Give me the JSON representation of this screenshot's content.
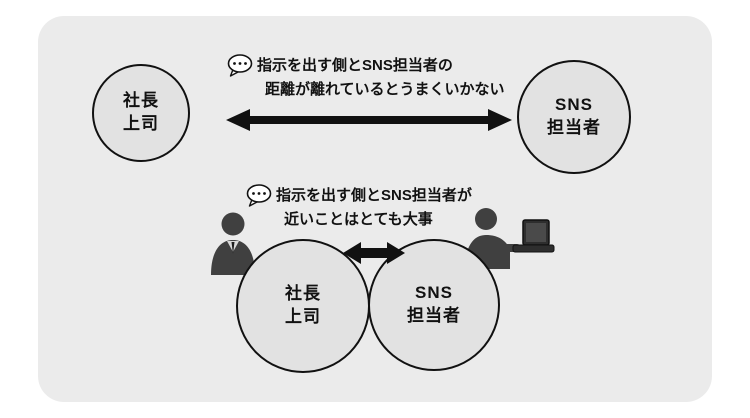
{
  "diagram": {
    "top": {
      "left_circle": {
        "line1": "社長",
        "line2": "上司"
      },
      "right_circle": {
        "line1": "SNS",
        "line2": "担当者"
      },
      "note_line1": "指示を出す側とSNS担当者の",
      "note_line2": "距離が離れているとうまくいかない"
    },
    "bottom": {
      "left_circle": {
        "line1": "社長",
        "line2": "上司"
      },
      "right_circle": {
        "line1": "SNS",
        "line2": "担当者"
      },
      "note_line1": "指示を出す側とSNS担当者が",
      "note_line2": "近いことはとても大事"
    },
    "icons": {
      "speech_bubble": "…",
      "boss_person": "person-silhouette",
      "sns_person": "person-with-laptop"
    },
    "colors": {
      "panel_background": "#ebebeb",
      "circle_fill": "#e2e2e2",
      "stroke": "#111111",
      "person_fill": "#404040"
    }
  }
}
